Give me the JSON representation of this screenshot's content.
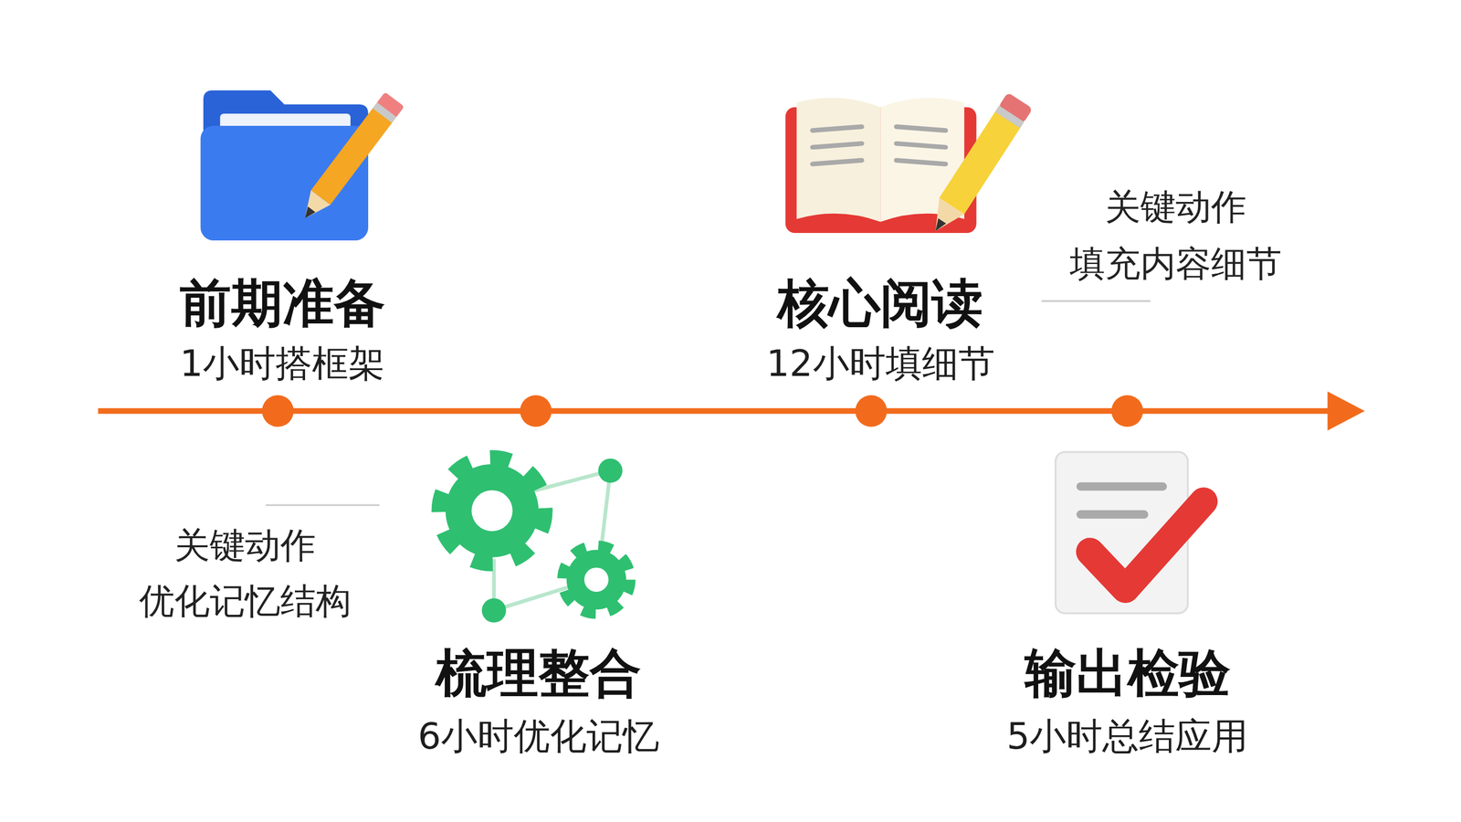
{
  "diagram": {
    "labels": [
      "前期准备",
      "1小时搭框架",
      "核心阅读",
      "12小时填细节",
      "关键动作",
      "填充内容细节",
      "关键动作",
      "优化记忆结构",
      "梳理整合",
      "6小时优化记忆",
      "输出检验",
      "5小时总结应用"
    ]
  }
}
